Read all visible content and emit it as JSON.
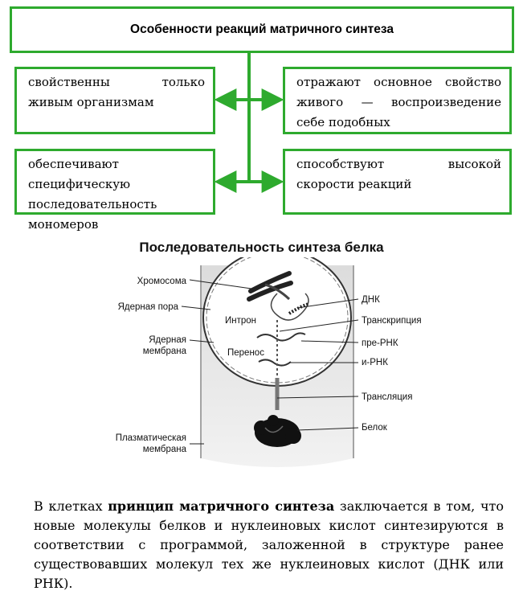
{
  "header": {
    "title": "Особенности реакций матричного синтеза"
  },
  "features": [
    "свойственны только живым организмам",
    "отражают основное свойство живого — воспроизведение себе подобных",
    "обеспечивают специфическую последовательность мономеров",
    "способствуют высокой скорости реакций"
  ],
  "diagram": {
    "title": "Последовательность синтеза белка",
    "labels": {
      "chromosome": "Хромосома",
      "nuclear_pore": "Ядерная пора",
      "nuclear_membrane": "Ядерная мембрана",
      "plasma_membrane": "Плазматическая мембрана",
      "intron": "Интрон",
      "transfer": "Перенос",
      "dna": "ДНК",
      "transcription": "Транскрипция",
      "pre_rna": "пре-РНК",
      "i_rna": "и-РНК",
      "translation": "Трансляция",
      "protein": "Белок"
    }
  },
  "paragraph": {
    "pre": "В клетках ",
    "bold": "принцип матричного синтеза",
    "post": " заключается в том, что новые молекулы белков и нуклеиновых кислот синтезируются в соответствии с программой, заложенной в структуре ранее существовавших молекул тех же нуклеиновых кислот (ДНК или РНК)."
  },
  "colors": {
    "accent": "#2eaa2e"
  }
}
